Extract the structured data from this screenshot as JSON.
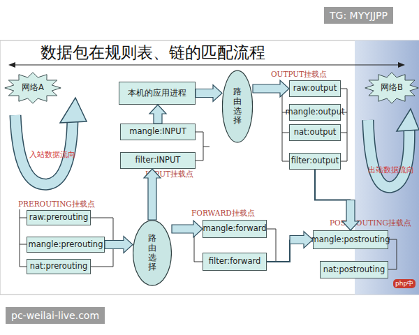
{
  "diagram": {
    "title": "数据包在规则表、链的匹配流程",
    "nodes": [
      {
        "text": [
          "网络A"
        ]
      },
      {
        "text": [
          "本机的应用进程"
        ]
      },
      {
        "text": [
          "路由选择"
        ]
      },
      {
        "text": [
          "raw:output"
        ]
      },
      {
        "text": [
          "网络B"
        ]
      },
      {
        "text": [
          "mangle:output"
        ]
      },
      {
        "text": [
          "mangle:INPUT"
        ]
      },
      {
        "text": [
          "nat:output"
        ]
      },
      {
        "text": [
          "filter:INPUT"
        ]
      },
      {
        "text": [
          "filter:output"
        ]
      },
      {
        "text": [
          "raw:prerouting"
        ]
      },
      {
        "text": [
          "mangle:prerouting"
        ]
      },
      {
        "text": [
          "路由选择"
        ]
      },
      {
        "text": [
          "mangle:forward"
        ]
      },
      {
        "text": [
          "mangle:postrouting"
        ]
      },
      {
        "text": [
          "nat:prerouting"
        ]
      },
      {
        "text": [
          "filter:forward"
        ]
      },
      {
        "text": [
          "nat:postrouting"
        ]
      }
    ],
    "edges": [
      {
        "from": 1,
        "to": 2,
        "arrow": "to"
      },
      {
        "from": 2,
        "to": 3,
        "arrow": "to"
      },
      {
        "from": 9,
        "to": 14,
        "arrow": "to"
      },
      {
        "from": 11,
        "to": 12,
        "arrow": "to"
      },
      {
        "from": 12,
        "to": 8,
        "arrow": "to"
      },
      {
        "from": 12,
        "to": 13,
        "arrow": "to"
      },
      {
        "from": 16,
        "to": 14,
        "arrow": "to"
      },
      {
        "from": 6,
        "to": 1,
        "arrow": "to"
      }
    ],
    "labels": [
      "OUTPUT挂载点",
      "入站数据流向",
      "INPUT挂载点",
      "出站数据流向",
      "PREROUTING挂载点",
      "FORWARD挂载点",
      "POSTROUTING挂载点",
      "TG: MYYJJPP",
      "pc-weilai-live.com",
      "php中"
    ]
  }
}
